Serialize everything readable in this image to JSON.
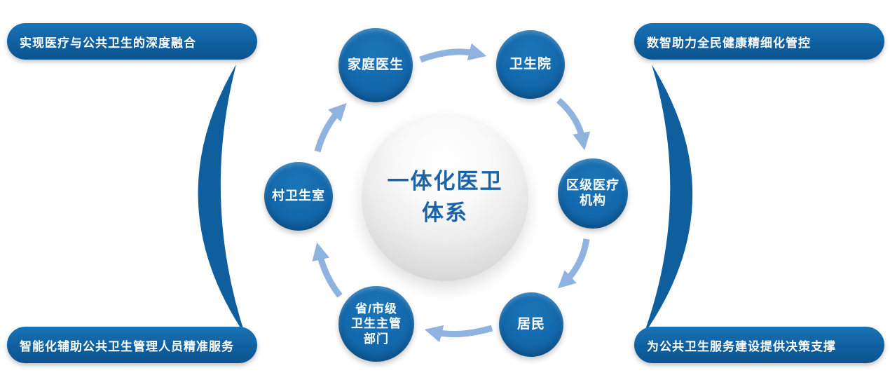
{
  "colors": {
    "primary": "#0F5E9E",
    "primary-light": "#1B76B8",
    "primary-dark": "#0C548F",
    "arrow": "#8FB3DE",
    "sphere-text": "#1A63A8",
    "node-text": "#FFFFFF",
    "banner-text": "#FFFFFF",
    "background": "#FFFFFF"
  },
  "center": {
    "label": "一体化医卫\n体系"
  },
  "nodes": [
    {
      "id": "family-doctor",
      "label": "家庭医生"
    },
    {
      "id": "health-center",
      "label": "卫生院"
    },
    {
      "id": "district-medical-institution",
      "label": "区级医疗\n机构"
    },
    {
      "id": "residents",
      "label": "居民"
    },
    {
      "id": "provincial-municipal-health-dept",
      "label": "省/市级\n卫生主管\n部门"
    },
    {
      "id": "village-clinic",
      "label": "村卫生室"
    }
  ],
  "edges": [
    {
      "from": "family-doctor",
      "to": "health-center"
    },
    {
      "from": "health-center",
      "to": "district-medical-institution"
    },
    {
      "from": "district-medical-institution",
      "to": "residents"
    },
    {
      "from": "residents",
      "to": "provincial-municipal-health-dept"
    },
    {
      "from": "provincial-municipal-health-dept",
      "to": "village-clinic"
    },
    {
      "from": "village-clinic",
      "to": "family-doctor"
    }
  ],
  "banners": {
    "top_left": "实现医疗与公共卫生的深度融合",
    "top_right": "数智助力全民健康精细化管控",
    "bottom_left": "智能化辅助公共卫生管理人员精准服务",
    "bottom_right": "为公共卫生服务建设提供决策支撑"
  }
}
